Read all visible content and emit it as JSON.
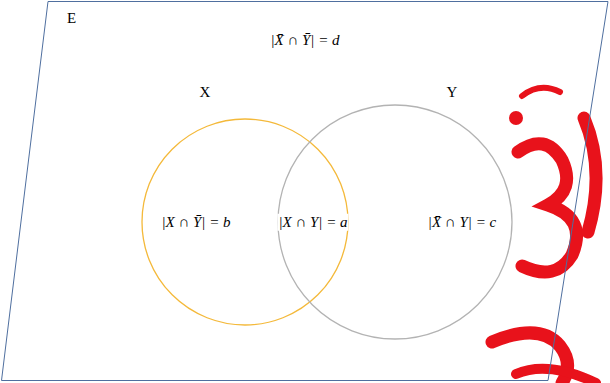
{
  "diagram": {
    "nodes": [
      {
        "text": [
          "E",
          "|X̄ ∩ Ȳ| = d"
        ]
      },
      {
        "text": [
          "X",
          "|X ∩ Ȳ| = b"
        ],
        "in": 0
      },
      {
        "text": [
          "Y",
          "|X̄ ∩ Y| = c"
        ],
        "in": 0
      }
    ],
    "labels": [
      "|X ∩ Y| = a"
    ]
  }
}
